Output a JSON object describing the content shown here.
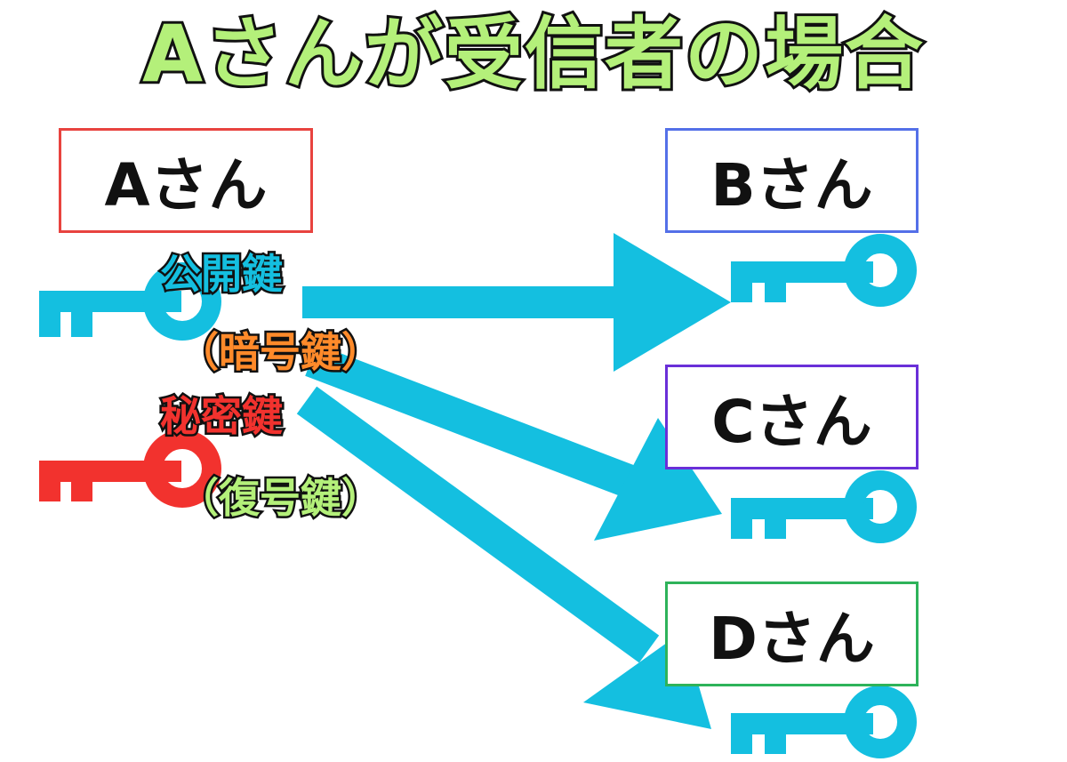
{
  "title": "Aさんが受信者の場合",
  "persons": {
    "a": {
      "label": "Aさん",
      "border_color": "#e8433f"
    },
    "b": {
      "label": "Bさん",
      "border_color": "#5470e8"
    },
    "c": {
      "label": "Cさん",
      "border_color": "#6a2fd8"
    },
    "d": {
      "label": "Dさん",
      "border_color": "#2eb35a"
    }
  },
  "keys": {
    "public": {
      "label": "公開鍵",
      "sub_label": "（暗号鍵）",
      "color": "#14bfe0",
      "sub_color": "#ff8a2a"
    },
    "private": {
      "label": "秘密鍵",
      "sub_label": "（復号鍵）",
      "color": "#f2322e",
      "sub_color": "#b4f07a"
    }
  },
  "colors": {
    "title_fill": "#b4f07a",
    "arrow": "#14bfe0"
  }
}
